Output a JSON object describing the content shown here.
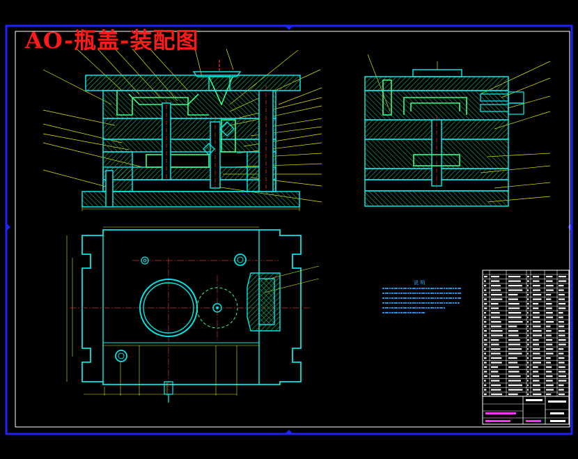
{
  "drawing": {
    "title": "AO-瓶盖-装配图"
  },
  "colors": {
    "background": "#000000",
    "outer_frame": "#1e22ff",
    "inner_frame": "#ffffff",
    "mold_plates": "#00e6e6",
    "hatching": "#16a86a",
    "leader_lines": "#e8e800",
    "parts_highlight": "#35ff8a",
    "center_lines": "#c83232",
    "title_text": "#ff1a1a",
    "notes_text": "#2aa8ff",
    "title_block_magenta": "#ff33ff"
  },
  "views": [
    "front-section-view",
    "side-section-view",
    "top-plan-view"
  ],
  "notes": {
    "heading": "说 明"
  }
}
